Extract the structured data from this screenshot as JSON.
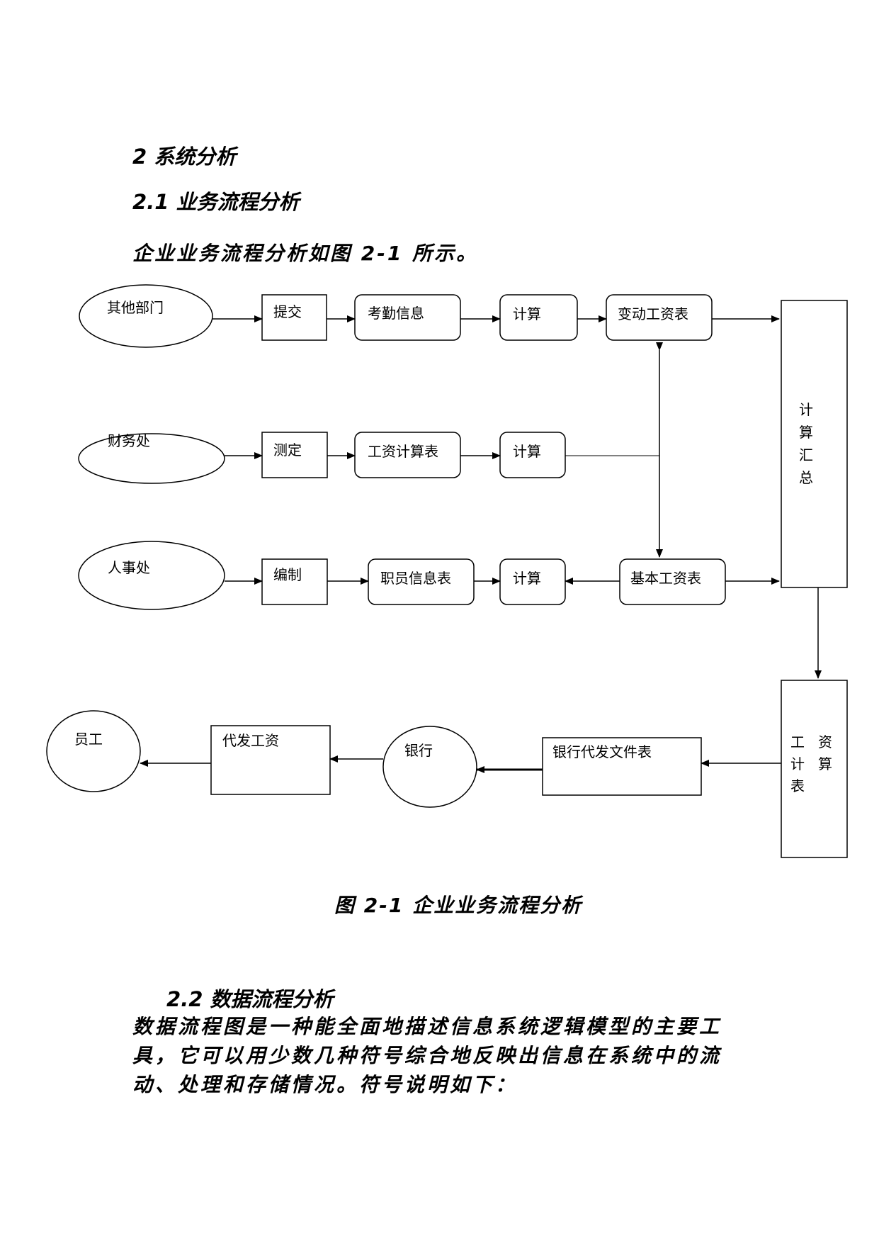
{
  "headings": {
    "section": "2 系统分析",
    "sub1": "2.1 业务流程分析",
    "intro": "企业业务流程分析如图 2-1 所示。",
    "sub2": "2.2 数据流程分析"
  },
  "diagram": {
    "nodes": {
      "other_dept": "其他部门",
      "submit": "提交",
      "attendance": "考勤信息",
      "calc_top": "计算",
      "variable_wage": "变动工资表",
      "finance": "财务处",
      "measure": "测定",
      "wage_calc_table": "工资计算表",
      "calc_mid": "计算",
      "hr": "人事处",
      "compile": "编制",
      "staff_info": "职员信息表",
      "calc_bot": "计算",
      "base_wage": "基本工资表",
      "summary": [
        "计",
        "算",
        "汇",
        "总"
      ],
      "wage_table": [
        "工",
        "资",
        "计",
        "算",
        "表"
      ],
      "bank_file": "银行代发文件表",
      "bank": "银行",
      "pay_wage": "代发工资",
      "employee": "员工"
    }
  },
  "figure_caption": "图 2-1   企业业务流程分析",
  "paragraph": "数据流程图是一种能全面地描述信息系统逻辑模型的主要工具，它可以用少数几种符号综合地反映出信息在系统中的流动、处理和存储情况。符号说明如下："
}
